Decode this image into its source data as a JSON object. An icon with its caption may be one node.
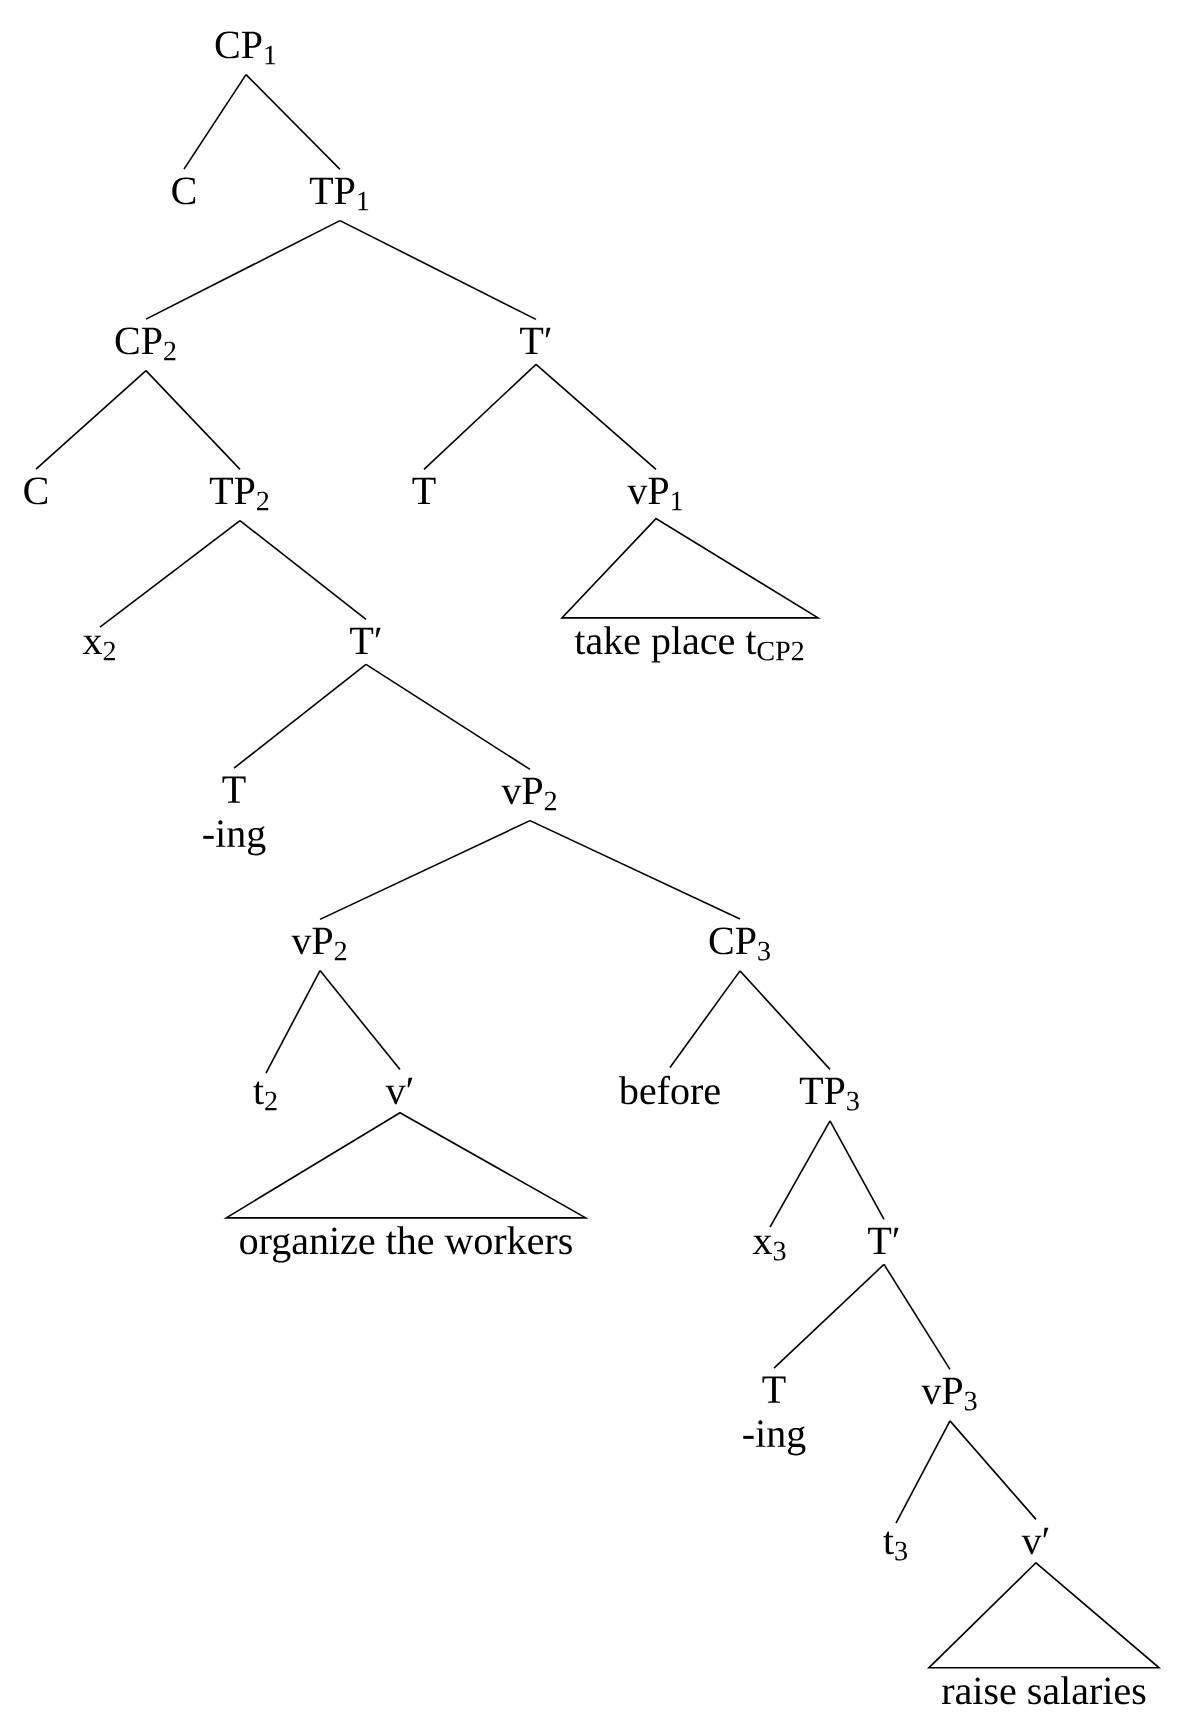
{
  "diagram": {
    "nodes": [
      {
        "text": [
          "CP$_{1}$"
        ]
      },
      {
        "text": [
          "C"
        ]
      },
      {
        "text": [
          "TP$_{1}$"
        ]
      },
      {
        "text": [
          "CP$_{2}$"
        ]
      },
      {
        "text": [
          "T′"
        ]
      },
      {
        "text": [
          "C"
        ]
      },
      {
        "text": [
          "TP$_{2}$"
        ]
      },
      {
        "text": [
          "T"
        ]
      },
      {
        "text": [
          "vP$_{1}$"
        ]
      },
      {
        "text": [
          "take place t$_{CP2}$"
        ]
      },
      {
        "text": [
          "x$_{2}$"
        ]
      },
      {
        "text": [
          "T′"
        ]
      },
      {
        "text": [
          "T",
          "-ing"
        ]
      },
      {
        "text": [
          "vP$_{2}$"
        ]
      },
      {
        "text": [
          "vP$_{2}$"
        ]
      },
      {
        "text": [
          "CP$_{3}$"
        ]
      },
      {
        "text": [
          "t$_{2}$"
        ]
      },
      {
        "text": [
          "v′"
        ]
      },
      {
        "text": [
          "before"
        ]
      },
      {
        "text": [
          "TP$_{3}$"
        ]
      },
      {
        "text": [
          "organize the workers"
        ]
      },
      {
        "text": [
          "x$_{3}$"
        ]
      },
      {
        "text": [
          "T′"
        ]
      },
      {
        "text": [
          "T",
          "-ing"
        ]
      },
      {
        "text": [
          "vP$_{3}$"
        ]
      },
      {
        "text": [
          "t$_{3}$"
        ]
      },
      {
        "text": [
          "v′"
        ]
      },
      {
        "text": [
          "raise salaries"
        ]
      }
    ],
    "edges": [
      {
        "from": 0,
        "to": 1,
        "arrow": "none"
      },
      {
        "from": 0,
        "to": 2,
        "arrow": "none"
      },
      {
        "from": 2,
        "to": 3,
        "arrow": "none"
      },
      {
        "from": 2,
        "to": 4,
        "arrow": "none"
      },
      {
        "from": 3,
        "to": 5,
        "arrow": "none"
      },
      {
        "from": 3,
        "to": 6,
        "arrow": "none"
      },
      {
        "from": 4,
        "to": 7,
        "arrow": "none"
      },
      {
        "from": 4,
        "to": 8,
        "arrow": "none"
      },
      {
        "from": 8,
        "to": 9,
        "arrow": "none"
      },
      {
        "from": 6,
        "to": 10,
        "arrow": "none"
      },
      {
        "from": 6,
        "to": 11,
        "arrow": "none"
      },
      {
        "from": 11,
        "to": 12,
        "arrow": "none"
      },
      {
        "from": 11,
        "to": 13,
        "arrow": "none"
      },
      {
        "from": 13,
        "to": 14,
        "arrow": "none"
      },
      {
        "from": 13,
        "to": 15,
        "arrow": "none"
      },
      {
        "from": 14,
        "to": 16,
        "arrow": "none"
      },
      {
        "from": 14,
        "to": 17,
        "arrow": "none"
      },
      {
        "from": 17,
        "to": 20,
        "arrow": "none"
      },
      {
        "from": 15,
        "to": 18,
        "arrow": "none"
      },
      {
        "from": 15,
        "to": 19,
        "arrow": "none"
      },
      {
        "from": 19,
        "to": 21,
        "arrow": "none"
      },
      {
        "from": 19,
        "to": 22,
        "arrow": "none"
      },
      {
        "from": 22,
        "to": 23,
        "arrow": "none"
      },
      {
        "from": 22,
        "to": 24,
        "arrow": "none"
      },
      {
        "from": 24,
        "to": 25,
        "arrow": "none"
      },
      {
        "from": 24,
        "to": 26,
        "arrow": "none"
      },
      {
        "from": 26,
        "to": 27,
        "arrow": "none"
      }
    ]
  }
}
